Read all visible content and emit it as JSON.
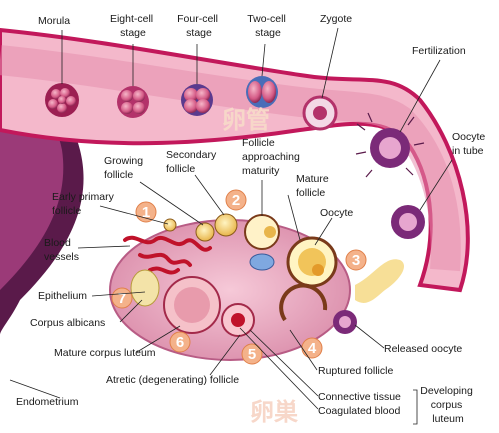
{
  "labels": {
    "morula": "Morula",
    "eight_cell": [
      "Eight-cell",
      "stage"
    ],
    "four_cell": [
      "Four-cell",
      "stage"
    ],
    "two_cell": [
      "Two-cell",
      "stage"
    ],
    "zygote": "Zygote",
    "fertilization": "Fertilization",
    "oocyte_in_tube": [
      "Oocyte",
      "in tube"
    ],
    "growing_follicle": [
      "Growing",
      "follicle"
    ],
    "secondary_follicle": [
      "Secondary",
      "follicle"
    ],
    "follicle_approaching": [
      "Follicle",
      "approaching",
      "maturity"
    ],
    "mature_follicle": [
      "Mature",
      "follicle"
    ],
    "oocyte": "Oocyte",
    "early_primary": [
      "Early primary",
      "follicle"
    ],
    "blood_vessels": [
      "Blood",
      "vessels"
    ],
    "epithelium": "Epithelium",
    "corpus_albicans": "Corpus albicans",
    "mature_corpus_luteum": "Mature corpus luteum",
    "atretic": "Atretic (degenerating) follicle",
    "endometrium": "Endometrium",
    "released_oocyte": "Released oocyte",
    "ruptured_follicle": "Ruptured follicle",
    "connective_tissue": "Connective tissue",
    "coagulated_blood": "Coagulated blood",
    "developing_cl": [
      "Developing",
      "corpus",
      "luteum"
    ]
  },
  "overlay": {
    "tube_cjk": "卵管",
    "ovary_cjk": "卵巣"
  },
  "stage_numbers": [
    "1",
    "2",
    "3",
    "4",
    "5",
    "6",
    "7"
  ]
}
